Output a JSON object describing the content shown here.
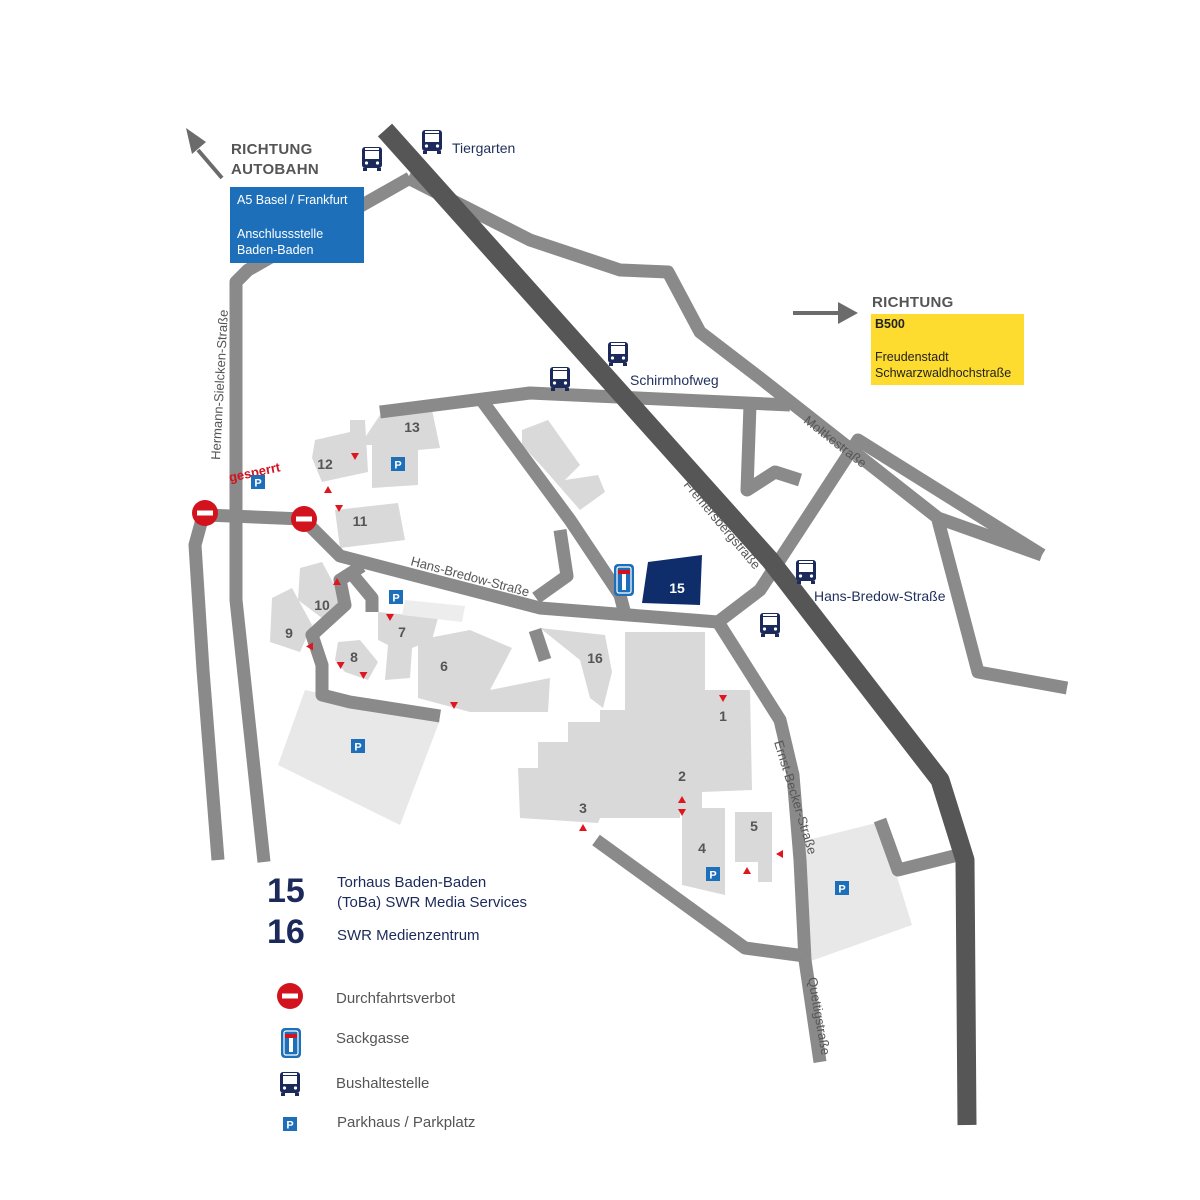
{
  "directions": {
    "autobahn": {
      "line1": "RICHTUNG",
      "line2": "AUTOBAHN",
      "box_line1": "A5 Basel / Frankfurt",
      "box_line2": "Anschlussstelle",
      "box_line3": "Baden-Baden",
      "box_color": "#1e6fba"
    },
    "b500": {
      "line1": "RICHTUNG",
      "box_line1": "B500",
      "box_line2": "Freudenstadt",
      "box_line3": "Schwarzwaldhochstraße",
      "box_color": "#fddc2f"
    }
  },
  "streets": {
    "hermann": "Hermann-Sielcken-Straße",
    "hans_bredow": "Hans-Bredow-Straße",
    "fremersberg": "Fremersbergstraße",
    "moltke": "Moltkestraße",
    "ernst_becker": "Ernst-Becker-Straße",
    "quettig": "Quettigstraße"
  },
  "bus_stops": {
    "tiergarten": "Tiergarten",
    "schirmhof": "Schirmhofweg",
    "hans_bredow": "Hans-Bredow-Straße"
  },
  "closed_label": "gesperrt",
  "parking_symbol": "P",
  "buildings": [
    "1",
    "2",
    "3",
    "4",
    "5",
    "6",
    "7",
    "8",
    "9",
    "10",
    "11",
    "12",
    "13",
    "15",
    "16"
  ],
  "legend": {
    "item15": {
      "number": "15",
      "line1": "Torhaus Baden-Baden",
      "line2": "(ToBa) SWR Media Services"
    },
    "item16": {
      "number": "16",
      "line1": "SWR Medienzentrum"
    },
    "no_entry": "Durchfahrtsverbot",
    "dead_end": "Sackgasse",
    "bus": "Bushaltestelle",
    "parking": "Parkhaus / Parkplatz"
  },
  "colors": {
    "road": "#8a8a8a",
    "main_road": "#565656",
    "building": "#d9d9d9",
    "highlight": "#0f2d6b",
    "no_entry": "#d2121c",
    "parking": "#1e6fba",
    "arrow": "#e0161e"
  }
}
